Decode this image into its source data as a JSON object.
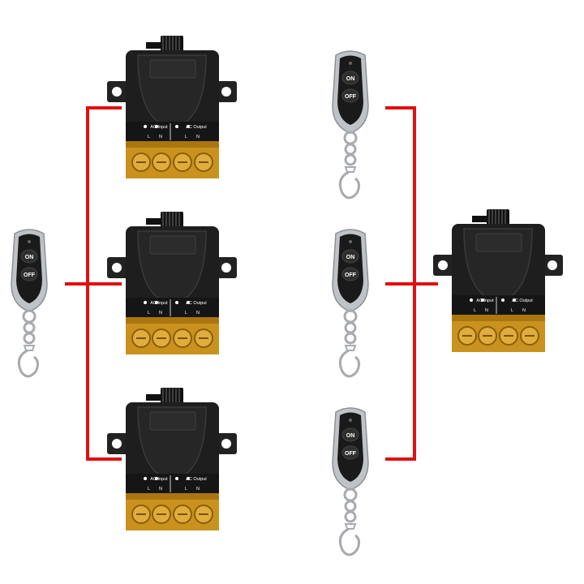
{
  "remote": {
    "on_label": "ON",
    "off_label": "OFF"
  },
  "receiver": {
    "input_label": "AC Input",
    "output_label": "AC Output",
    "terminals": [
      "L",
      "N",
      "L",
      "N"
    ]
  },
  "colors": {
    "wire": "#e01010",
    "receiver_body": "#1e1e1e",
    "terminal_brass": "#c9921e",
    "remote_body": "#1a1a1a",
    "remote_chrome": "#bfc3c7"
  }
}
